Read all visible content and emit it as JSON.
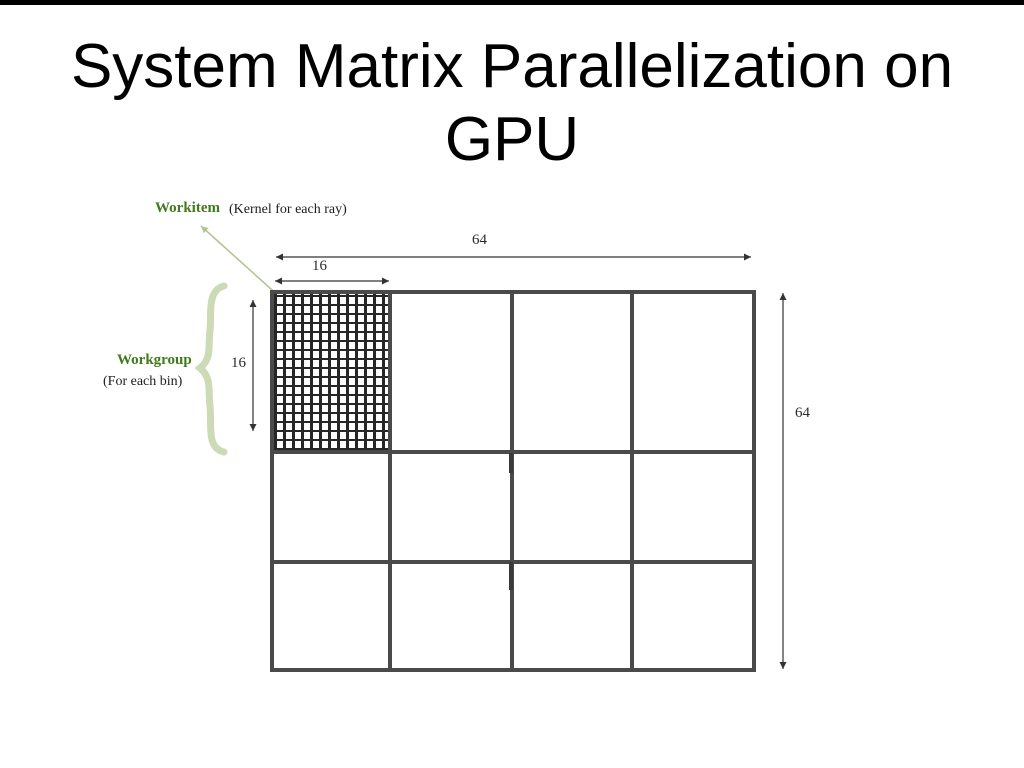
{
  "slide": {
    "title": "System Matrix Parallelization on GPU"
  },
  "diagram": {
    "workitem": {
      "label": "Workitem",
      "description": "(Kernel for each ray)"
    },
    "workgroup": {
      "label": "Workgroup",
      "description": "(For each bin)"
    },
    "dimensions": {
      "matrix_width": "64",
      "matrix_height": "64",
      "workgroup_width": "16",
      "workgroup_height": "16"
    },
    "grid": {
      "columns": 4,
      "rows": 3,
      "hatched_cell": "top-left"
    },
    "colors": {
      "label_green": "#3f7a1c",
      "grid_border": "#4a4a4a",
      "brace_green": "#ccdab6",
      "pointer_green": "#b4c493",
      "dim_text": "#2b2b2b"
    }
  }
}
